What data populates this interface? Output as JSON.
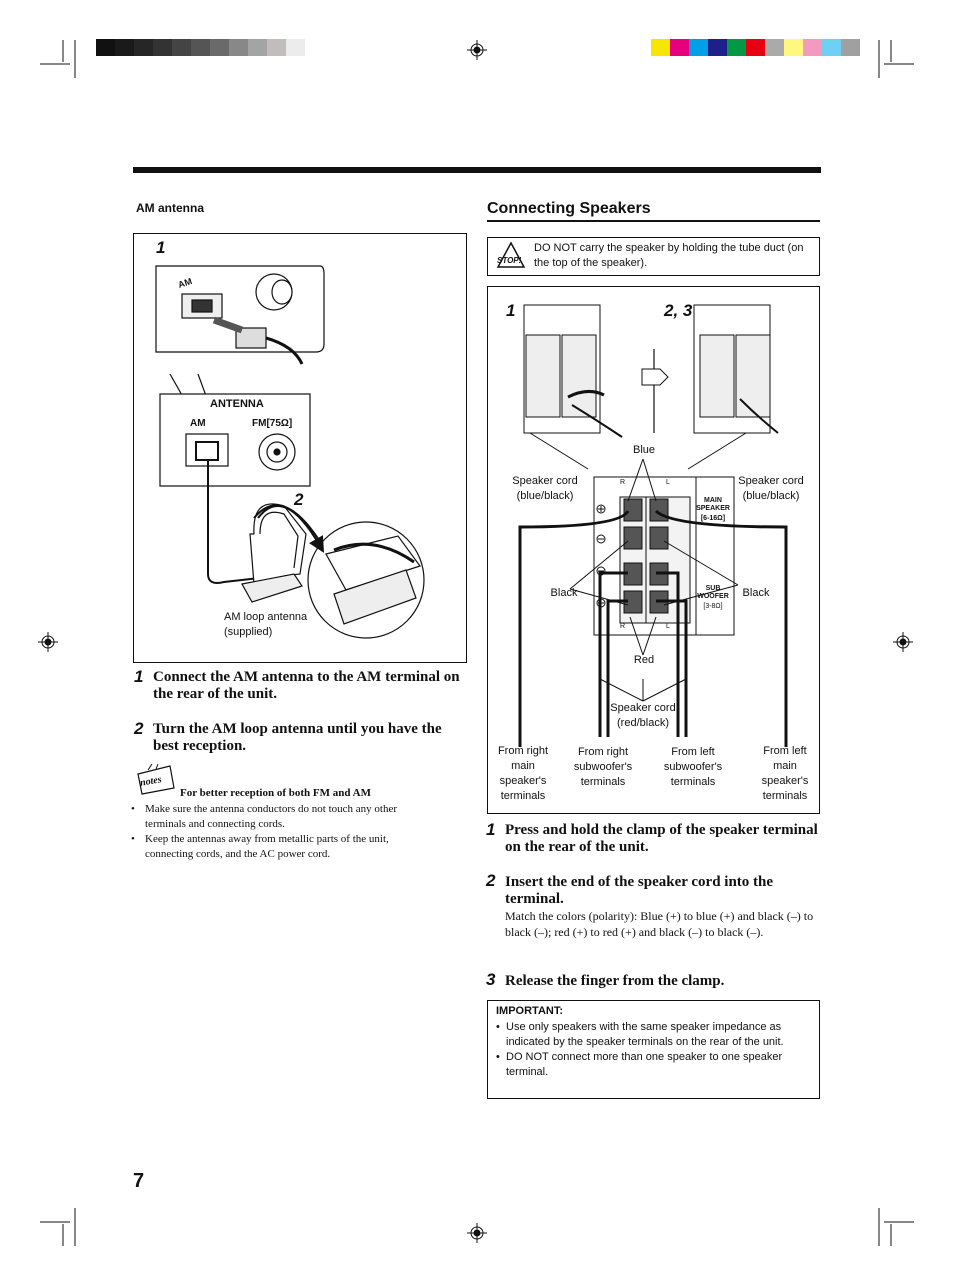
{
  "color_bar": {
    "gray_steps": [
      "#111111",
      "#1a1a1a",
      "#262626",
      "#333333",
      "#444444",
      "#555555",
      "#6a6a6a",
      "#888888",
      "#a4a4a4",
      "#c2bcbc",
      "#ececec"
    ],
    "color_steps": [
      "#f7e600",
      "#e6007e",
      "#00a0e9",
      "#1d2088",
      "#009944",
      "#e60012",
      "#aaaaaa",
      "#fff77f",
      "#f49ac1",
      "#6fd0f6",
      "#a0a0a0"
    ]
  },
  "left": {
    "heading": "AM antenna",
    "fig_step1": "1",
    "fig_step2": "2",
    "fig_am": "AM",
    "fig_antenna": "ANTENNA",
    "fig_am_terminal": "AM",
    "fig_fm_terminal": "FM[75Ω]",
    "fig_loop_label_1": "AM loop antenna",
    "fig_loop_label_2": "(supplied)",
    "steps": [
      {
        "num": "1",
        "text": "Connect the AM antenna to the AM terminal on the rear of the unit."
      },
      {
        "num": "2",
        "text": "Turn the AM loop antenna until you have the best reception."
      }
    ],
    "notes_icon": "notes",
    "notes_title": "For better reception of both FM and AM",
    "notes": [
      "Make sure the antenna conductors do not touch any other terminals and connecting cords.",
      "Keep the antennas away from metallic parts of the unit, connecting cords, and the AC power cord."
    ]
  },
  "right": {
    "heading": "Connecting Speakers",
    "stop_icon": "STOP!",
    "caution": "DO NOT carry the speaker by holding the tube duct (on the top of the speaker).",
    "fig_step1": "1",
    "fig_step23": "2, 3",
    "labels": {
      "blue": "Blue",
      "cord_left_1": "Speaker cord",
      "cord_left_2": "(blue/black)",
      "cord_right_1": "Speaker cord",
      "cord_right_2": "(blue/black)",
      "black_left": "Black",
      "black_right": "Black",
      "red": "Red",
      "cord_mid_1": "Speaker cord",
      "cord_mid_2": "(red/black)",
      "main_speaker": "MAIN SPEAKER",
      "main_imp": "[6-16Ω]",
      "sub_woofer": "SUB WOOFER",
      "sub_imp": "[3-8Ω]",
      "r": "R",
      "l": "L",
      "from_right_main": [
        "From right",
        "main",
        "speaker's",
        "terminals"
      ],
      "from_right_sub": [
        "From right",
        "subwoofer's",
        "terminals"
      ],
      "from_left_sub": [
        "From left",
        "subwoofer's",
        "terminals"
      ],
      "from_left_main": [
        "From left",
        "main",
        "speaker's",
        "terminals"
      ]
    },
    "steps": [
      {
        "num": "1",
        "text": "Press and hold the clamp of the speaker terminal on the rear of the unit."
      },
      {
        "num": "2",
        "text": "Insert the end of the speaker cord into the terminal.",
        "detail": "Match the colors (polarity): Blue (+) to blue (+) and black (–) to black (–); red (+) to red (+) and black (–) to black (–)."
      },
      {
        "num": "3",
        "text": "Release the finger from the clamp."
      }
    ],
    "important_title": "IMPORTANT:",
    "important": [
      "Use only speakers with the same speaker impedance as indicated by the speaker terminals on the rear of the unit.",
      "DO NOT connect more than one speaker to one speaker terminal."
    ]
  },
  "page_number": "7"
}
